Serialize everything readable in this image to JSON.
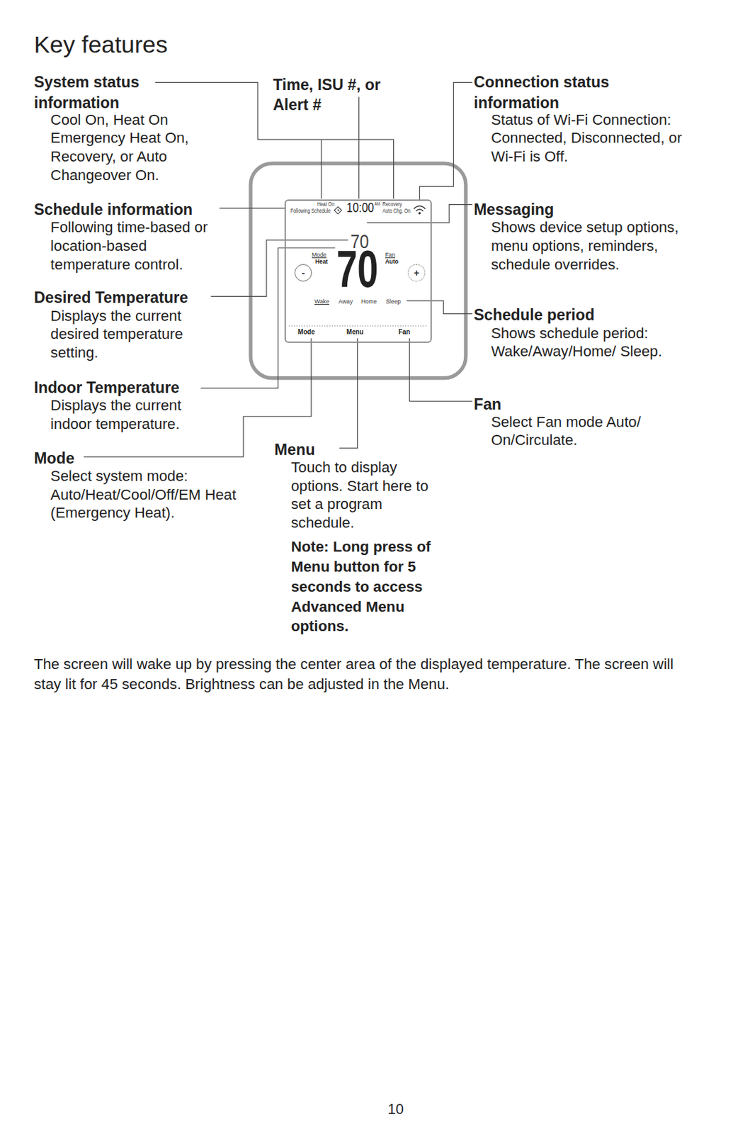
{
  "diagram": {
    "nodes": [
      {
        "text": [
          "Heat On",
          "Following Schedule",
          "10:00",
          "AM",
          "Recovery",
          "Auto Chg. On",
          "70",
          "70",
          "Mode",
          "Heat",
          "Fan",
          "Auto",
          "Wake",
          "Away",
          "Home",
          "Sleep",
          "Mode",
          "Menu",
          "Fan"
        ]
      },
      {
        "text": [
          "-"
        ],
        "in": 0
      },
      {
        "text": [
          "+"
        ],
        "in": 0
      }
    ],
    "labels": [
      "Key features",
      "System status information",
      "Cool On, Heat On Emergency Heat On, Recovery, or Auto Changeover On.",
      "Time, ISU #, or Alert #",
      "Connection status information",
      "Status of Wi-Fi Connection: Connected, Disconnected, or Wi-Fi is Off.",
      "Schedule information",
      "Following time-based or location-based temperature control.",
      "Messaging",
      "Shows device setup options, menu options, reminders, schedule overrides.",
      "Desired Temperature",
      "Displays the current desired temperature setting.",
      "Schedule period",
      "Shows schedule period: Wake/Away/Home/ Sleep.",
      "Indoor Temperature",
      "Displays the current indoor temperature.",
      "Fan",
      "Select Fan mode Auto/ On/Circulate.",
      "Mode",
      "Select system mode: Auto/Heat/Cool/Off/EM Heat (Emergency Heat).",
      "Menu",
      "Touch to display options. Start here to set a program schedule.",
      "Note: Long press of Menu button for 5 seconds to access Advanced Menu options.",
      "The screen will wake up by pressing the center area of the displayed temperature. The screen will stay lit for 45 seconds. Brightness can be adjusted in the Menu.",
      "10"
    ]
  }
}
